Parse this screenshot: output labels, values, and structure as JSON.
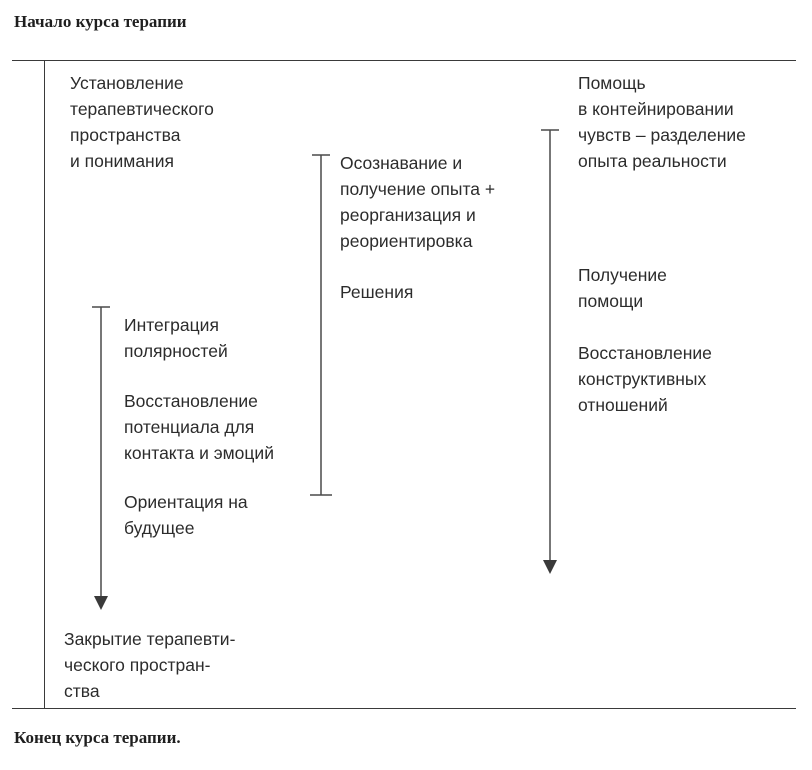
{
  "header": {
    "title": "Начало курса терапии"
  },
  "footer": {
    "title": "Конец курса терапии."
  },
  "blocks": {
    "establish": {
      "lines": [
        "Установление",
        "терапевтического",
        "пространства",
        "и понимания"
      ]
    },
    "integration": {
      "lines": [
        "Интеграция",
        "полярностей"
      ]
    },
    "restore_potential": {
      "lines": [
        "Восстановление",
        "потенциала для",
        "контакта и эмоций"
      ]
    },
    "future": {
      "lines": [
        "Ориентация на",
        "будущее"
      ]
    },
    "closing": {
      "lines": [
        "Закрытие терапевти-",
        "ческого простран-",
        "ства"
      ]
    },
    "awareness": {
      "lines": [
        "Осознавание и",
        "получение опыта +",
        "реорганизация и",
        "реориентировка"
      ]
    },
    "decisions": {
      "lines": [
        "Решения"
      ]
    },
    "containment": {
      "lines": [
        "Помощь",
        "в контейнировании",
        "чувств – разделение",
        "опыта реальности"
      ]
    },
    "receive_help": {
      "lines": [
        "Получение",
        "помощи"
      ]
    },
    "restore_relations": {
      "lines": [
        "Восстановление",
        "конструктивных",
        "отношений"
      ]
    }
  }
}
